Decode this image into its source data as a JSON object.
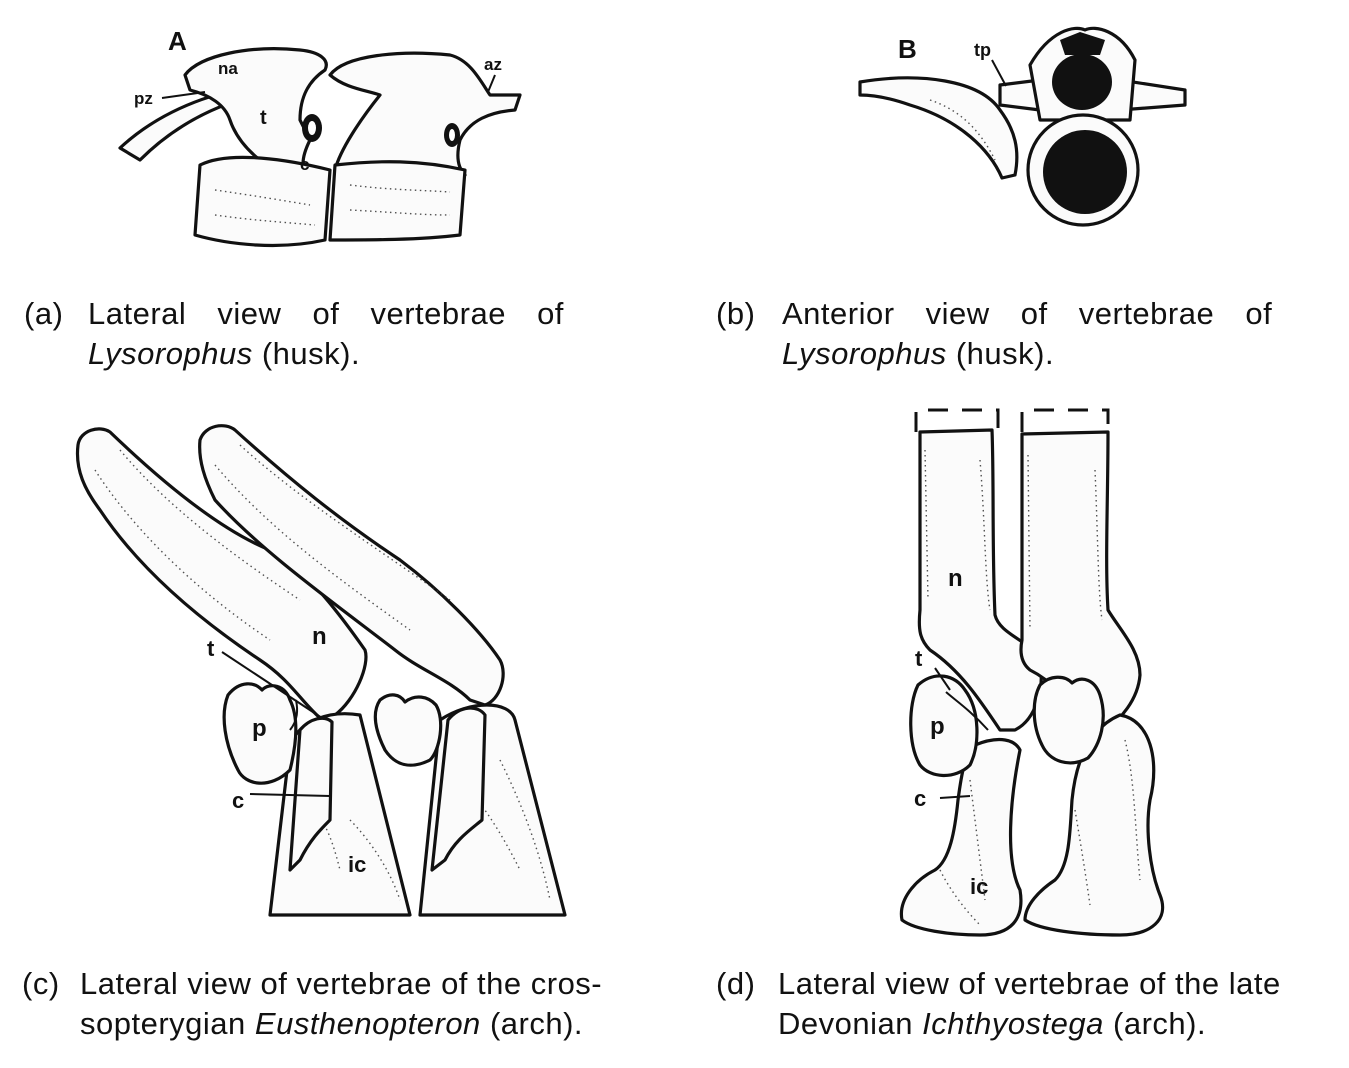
{
  "panels": [
    {
      "id": "a",
      "panel_letter": "A",
      "labels": {
        "na": "na",
        "pz": "pz",
        "t": "t",
        "c": "c",
        "az": "az"
      },
      "caption": {
        "tag": "(a)",
        "line1": "Lateral view of vertebrae of",
        "taxon": "Lysorophus",
        "suffix": "(husk)."
      }
    },
    {
      "id": "b",
      "panel_letter": "B",
      "labels": {
        "tp": "tp"
      },
      "caption": {
        "tag": "(b)",
        "line1": "Anterior view of vertebrae of",
        "taxon": "Lysorophus",
        "suffix": "(husk)."
      }
    },
    {
      "id": "c",
      "labels": {
        "n": "n",
        "t": "t",
        "p": "p",
        "c": "c",
        "ic": "ic"
      },
      "caption": {
        "tag": "(c)",
        "line1": "Lateral view of vertebrae of the cros-",
        "line2_prefix": "sopterygian",
        "taxon": "Eusthenopteron",
        "suffix": "(arch)."
      }
    },
    {
      "id": "d",
      "labels": {
        "n": "n",
        "t": "t",
        "p": "p",
        "c": "c",
        "ic": "ic"
      },
      "caption": {
        "tag": "(d)",
        "line1": "Lateral view of vertebrae of the late",
        "line2_prefix": "Devonian",
        "taxon": "Ichthyostega",
        "suffix": "(arch)."
      }
    }
  ]
}
